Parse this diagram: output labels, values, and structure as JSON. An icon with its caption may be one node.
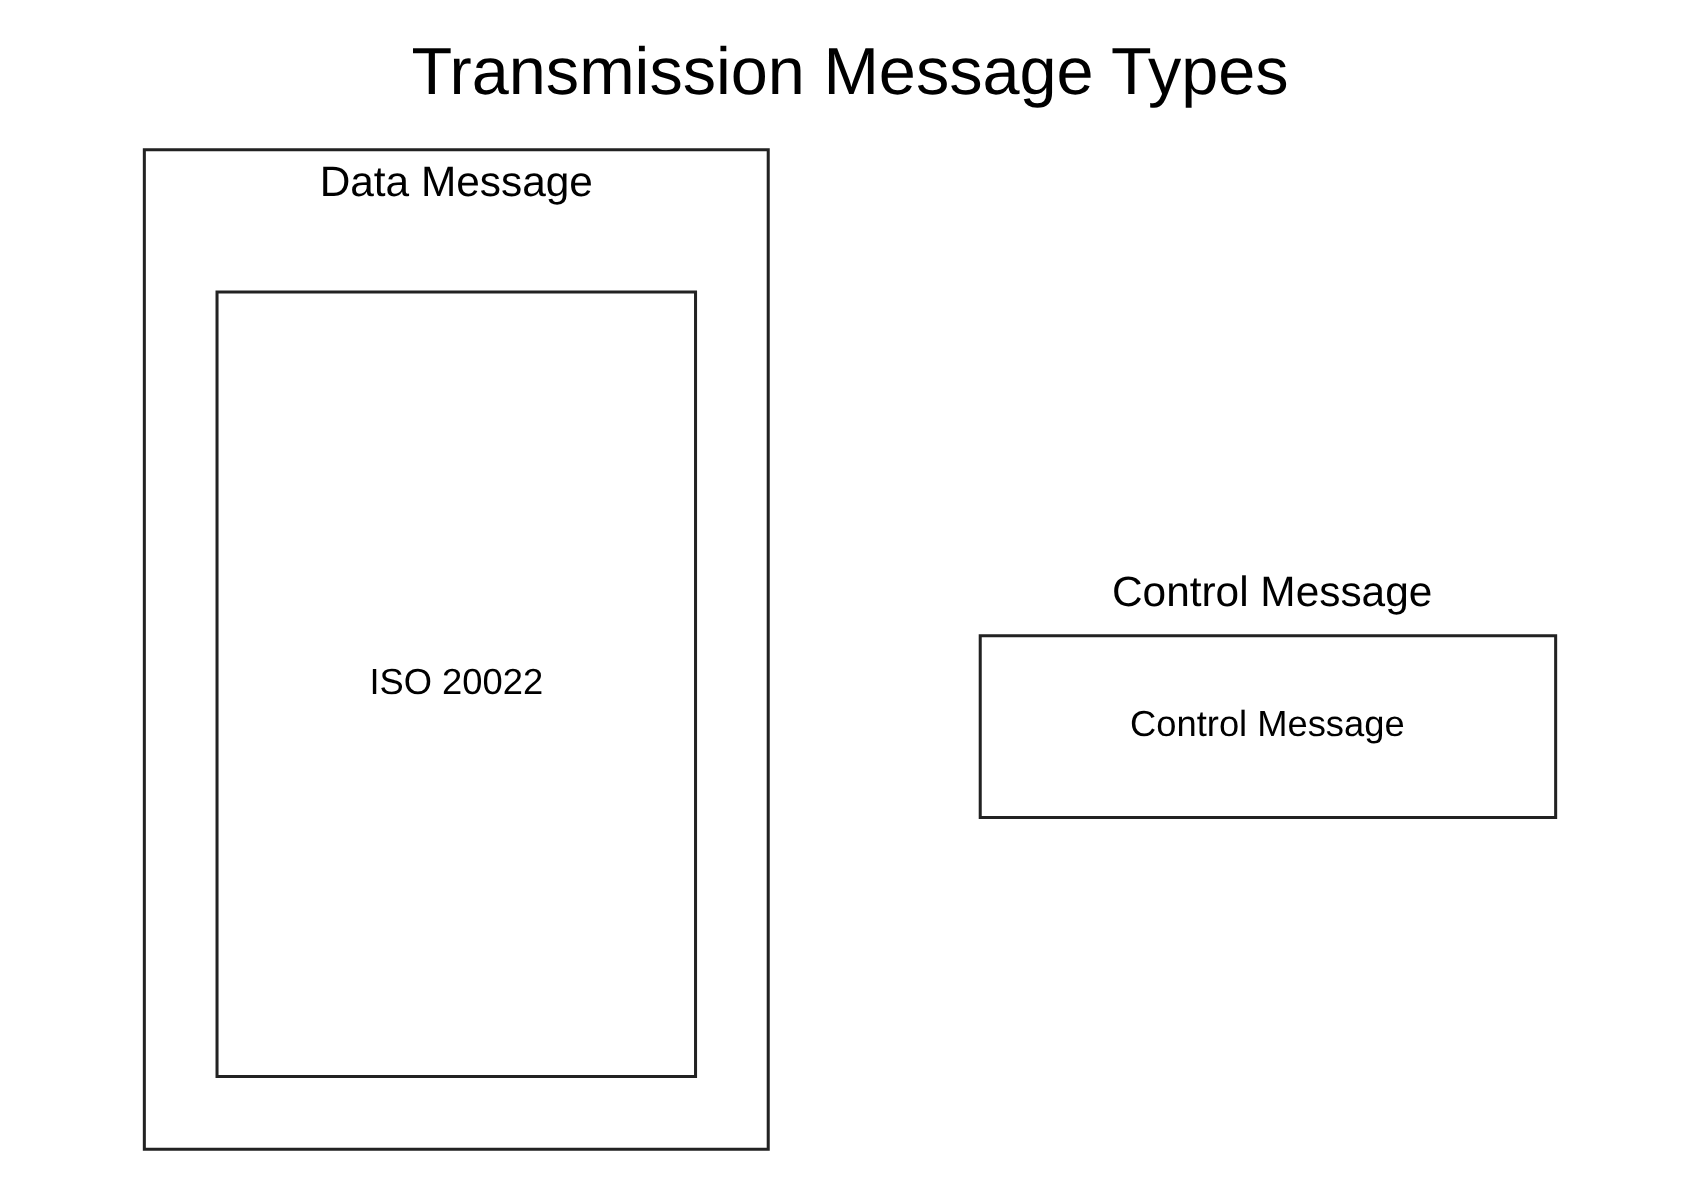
{
  "diagram": {
    "title": "Transmission Message Types",
    "nodes": [
      {
        "text": [
          "Data Message"
        ]
      },
      {
        "text": [
          "ISO 20022"
        ],
        "in": 0
      },
      {
        "text": [
          "Control Message",
          "Control Message"
        ]
      }
    ],
    "edges": []
  }
}
